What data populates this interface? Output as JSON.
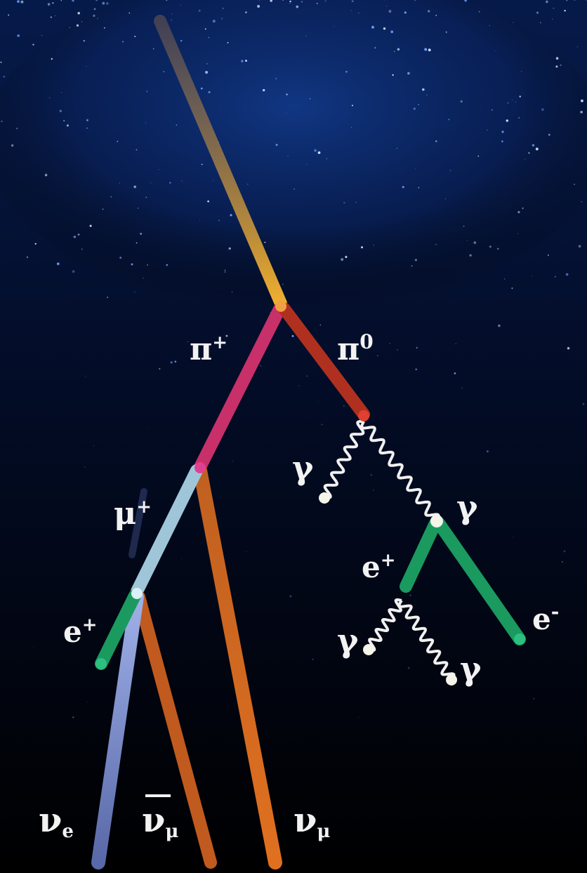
{
  "labels": {
    "pi_plus": {
      "base": "π",
      "sup": "+"
    },
    "pi_zero": {
      "base": "π",
      "sup": "0"
    },
    "mu_plus": {
      "base": "μ",
      "sup": "+"
    },
    "e_plus_left": {
      "base": "e",
      "sup": "+"
    },
    "e_plus_right": {
      "base": "e",
      "sup": "+"
    },
    "e_minus": {
      "base": "e",
      "sup": "-"
    },
    "gamma_1": "γ",
    "gamma_2": "γ",
    "gamma_3": "γ",
    "gamma_4": "γ",
    "nu_e": {
      "base": "ν",
      "sub": "e"
    },
    "nu_mu_bar": {
      "base": "ν",
      "sub": "μ"
    },
    "nu_mu": {
      "base": "ν",
      "sub": "μ"
    }
  },
  "colors": {
    "background": "#000000",
    "sky": "#0a2a6e",
    "primary": "#e0a030",
    "pi_plus": "#c8306a",
    "pi_zero": "#c03020",
    "muon": "#a8d0e0",
    "electron": "#1faa6a",
    "nu_e": "#7e8ec8",
    "nu_mu": "#d8681e",
    "photon": "#f0f0f0"
  }
}
